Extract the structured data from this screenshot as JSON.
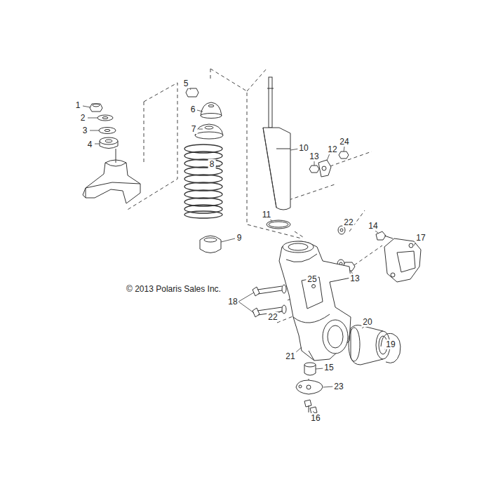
{
  "diagram": {
    "labels": [
      "1",
      "2",
      "3",
      "4",
      "5",
      "6",
      "7",
      "8",
      "9",
      "10",
      "11",
      "12",
      "13",
      "24",
      "22",
      "13",
      "14",
      "17",
      "25",
      "18",
      "22",
      "20",
      "21",
      "19",
      "15",
      "23",
      "16",
      "© 2013 Polaris Sales Inc."
    ]
  }
}
